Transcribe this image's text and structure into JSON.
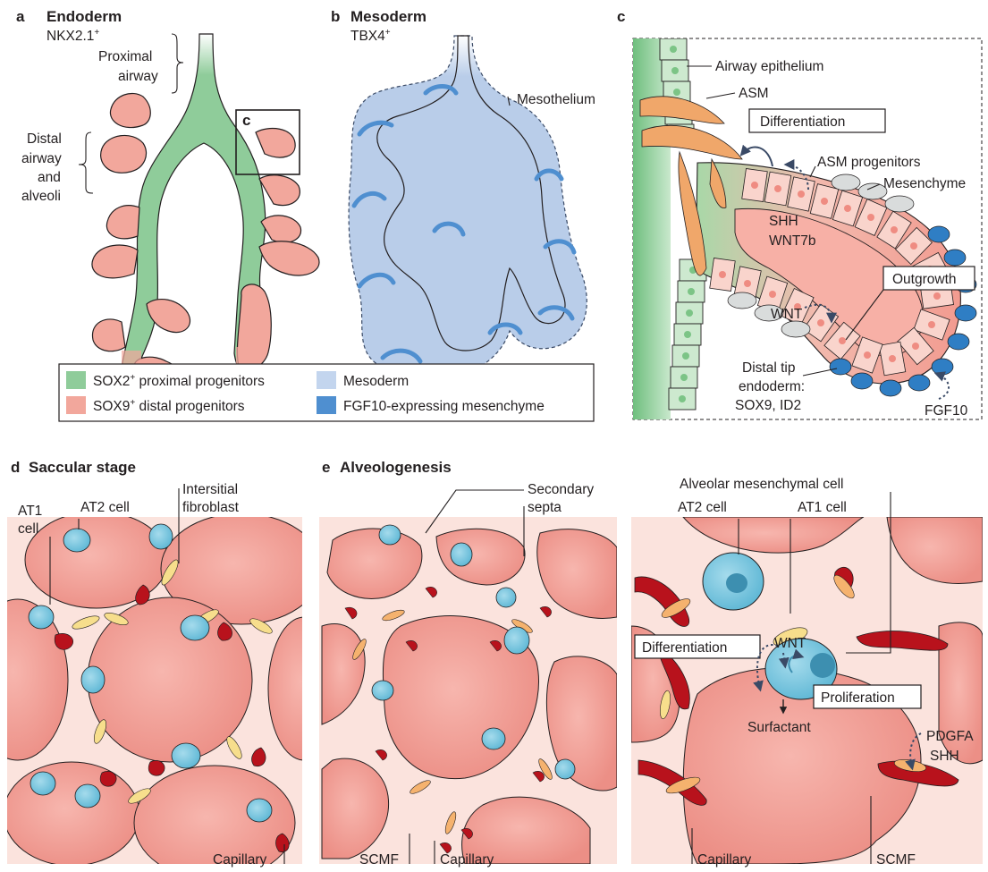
{
  "panel_a": {
    "letter": "a",
    "title": "Endoderm",
    "marker": "NKX2.1",
    "marker_sup": "+",
    "proximal_label_1": "Proximal",
    "proximal_label_2": "airway",
    "distal_label_1": "Distal",
    "distal_label_2": "airway",
    "distal_label_3": "and",
    "distal_label_4": "alveoli",
    "inset_letter": "c"
  },
  "panel_b": {
    "letter": "b",
    "title": "Mesoderm",
    "marker": "TBX4",
    "marker_sup": "+",
    "mesothelium_label": "Mesothelium"
  },
  "legend": {
    "sox2_label": "SOX2",
    "sox2_sup": "+",
    "sox2_rest": " proximal progenitors",
    "sox9_label": "SOX9",
    "sox9_sup": "+",
    "sox9_rest": " distal progenitors",
    "mesoderm_label": "Mesoderm",
    "fgf10_label": "FGF10-expressing mesenchyme",
    "colors": {
      "sox2": "#8fcc9a",
      "sox9": "#f2a79c",
      "mesoderm": "#c3d5ee",
      "fgf10": "#4f8fd0"
    }
  },
  "panel_c": {
    "letter": "c",
    "airway_epithelium": "Airway epithelium",
    "asm": "ASM",
    "differentiation": "Differentiation",
    "asm_progenitors": "ASM progenitors",
    "mesenchyme": "Mesenchyme",
    "shh": "SHH",
    "wnt7b": "WNT7b",
    "outgrowth": "Outgrowth",
    "wnt": "WNT",
    "distal_tip_1": "Distal tip",
    "distal_tip_2": "endoderm:",
    "distal_tip_3": "SOX9, ID2",
    "fgf10": "FGF10"
  },
  "panel_d": {
    "letter": "d",
    "title": "Saccular stage",
    "at1_1": "AT1",
    "at1_2": "cell",
    "at2": "AT2 cell",
    "fibro_1": "Intersitial",
    "fibro_2": "fibroblast",
    "capillary": "Capillary"
  },
  "panel_e": {
    "letter": "e",
    "title": "Alveologenesis",
    "secondary_1": "Secondary",
    "secondary_2": "septa",
    "scmf": "SCMF",
    "capillary": "Capillary"
  },
  "panel_e_zoom": {
    "alveolar_mesenchymal": "Alveolar mesenchymal cell",
    "at2": "AT2 cell",
    "at1": "AT1 cell",
    "differentiation": "Differentiation",
    "wnt": "WNT",
    "proliferation": "Proliferation",
    "surfactant": "Surfactant",
    "pdgfa": "PDGFA",
    "shh": "SHH",
    "capillary": "Capillary",
    "scmf": "SCMF"
  }
}
